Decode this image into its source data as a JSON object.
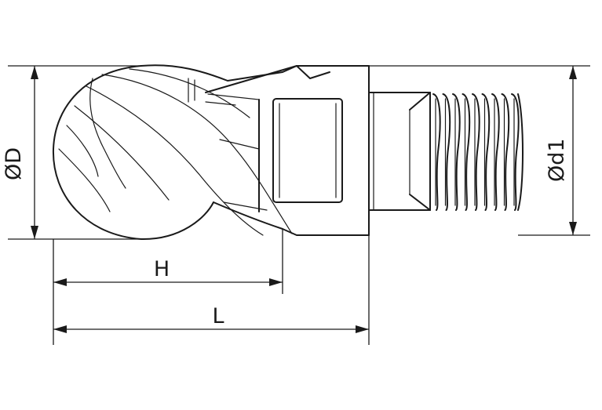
{
  "labels": {
    "diameter_d": "ØD",
    "diameter_d1": "Ød1",
    "height_h": "H",
    "length_l": "L"
  },
  "colors": {
    "line": "#1a1a1a",
    "background": "#ffffff"
  }
}
